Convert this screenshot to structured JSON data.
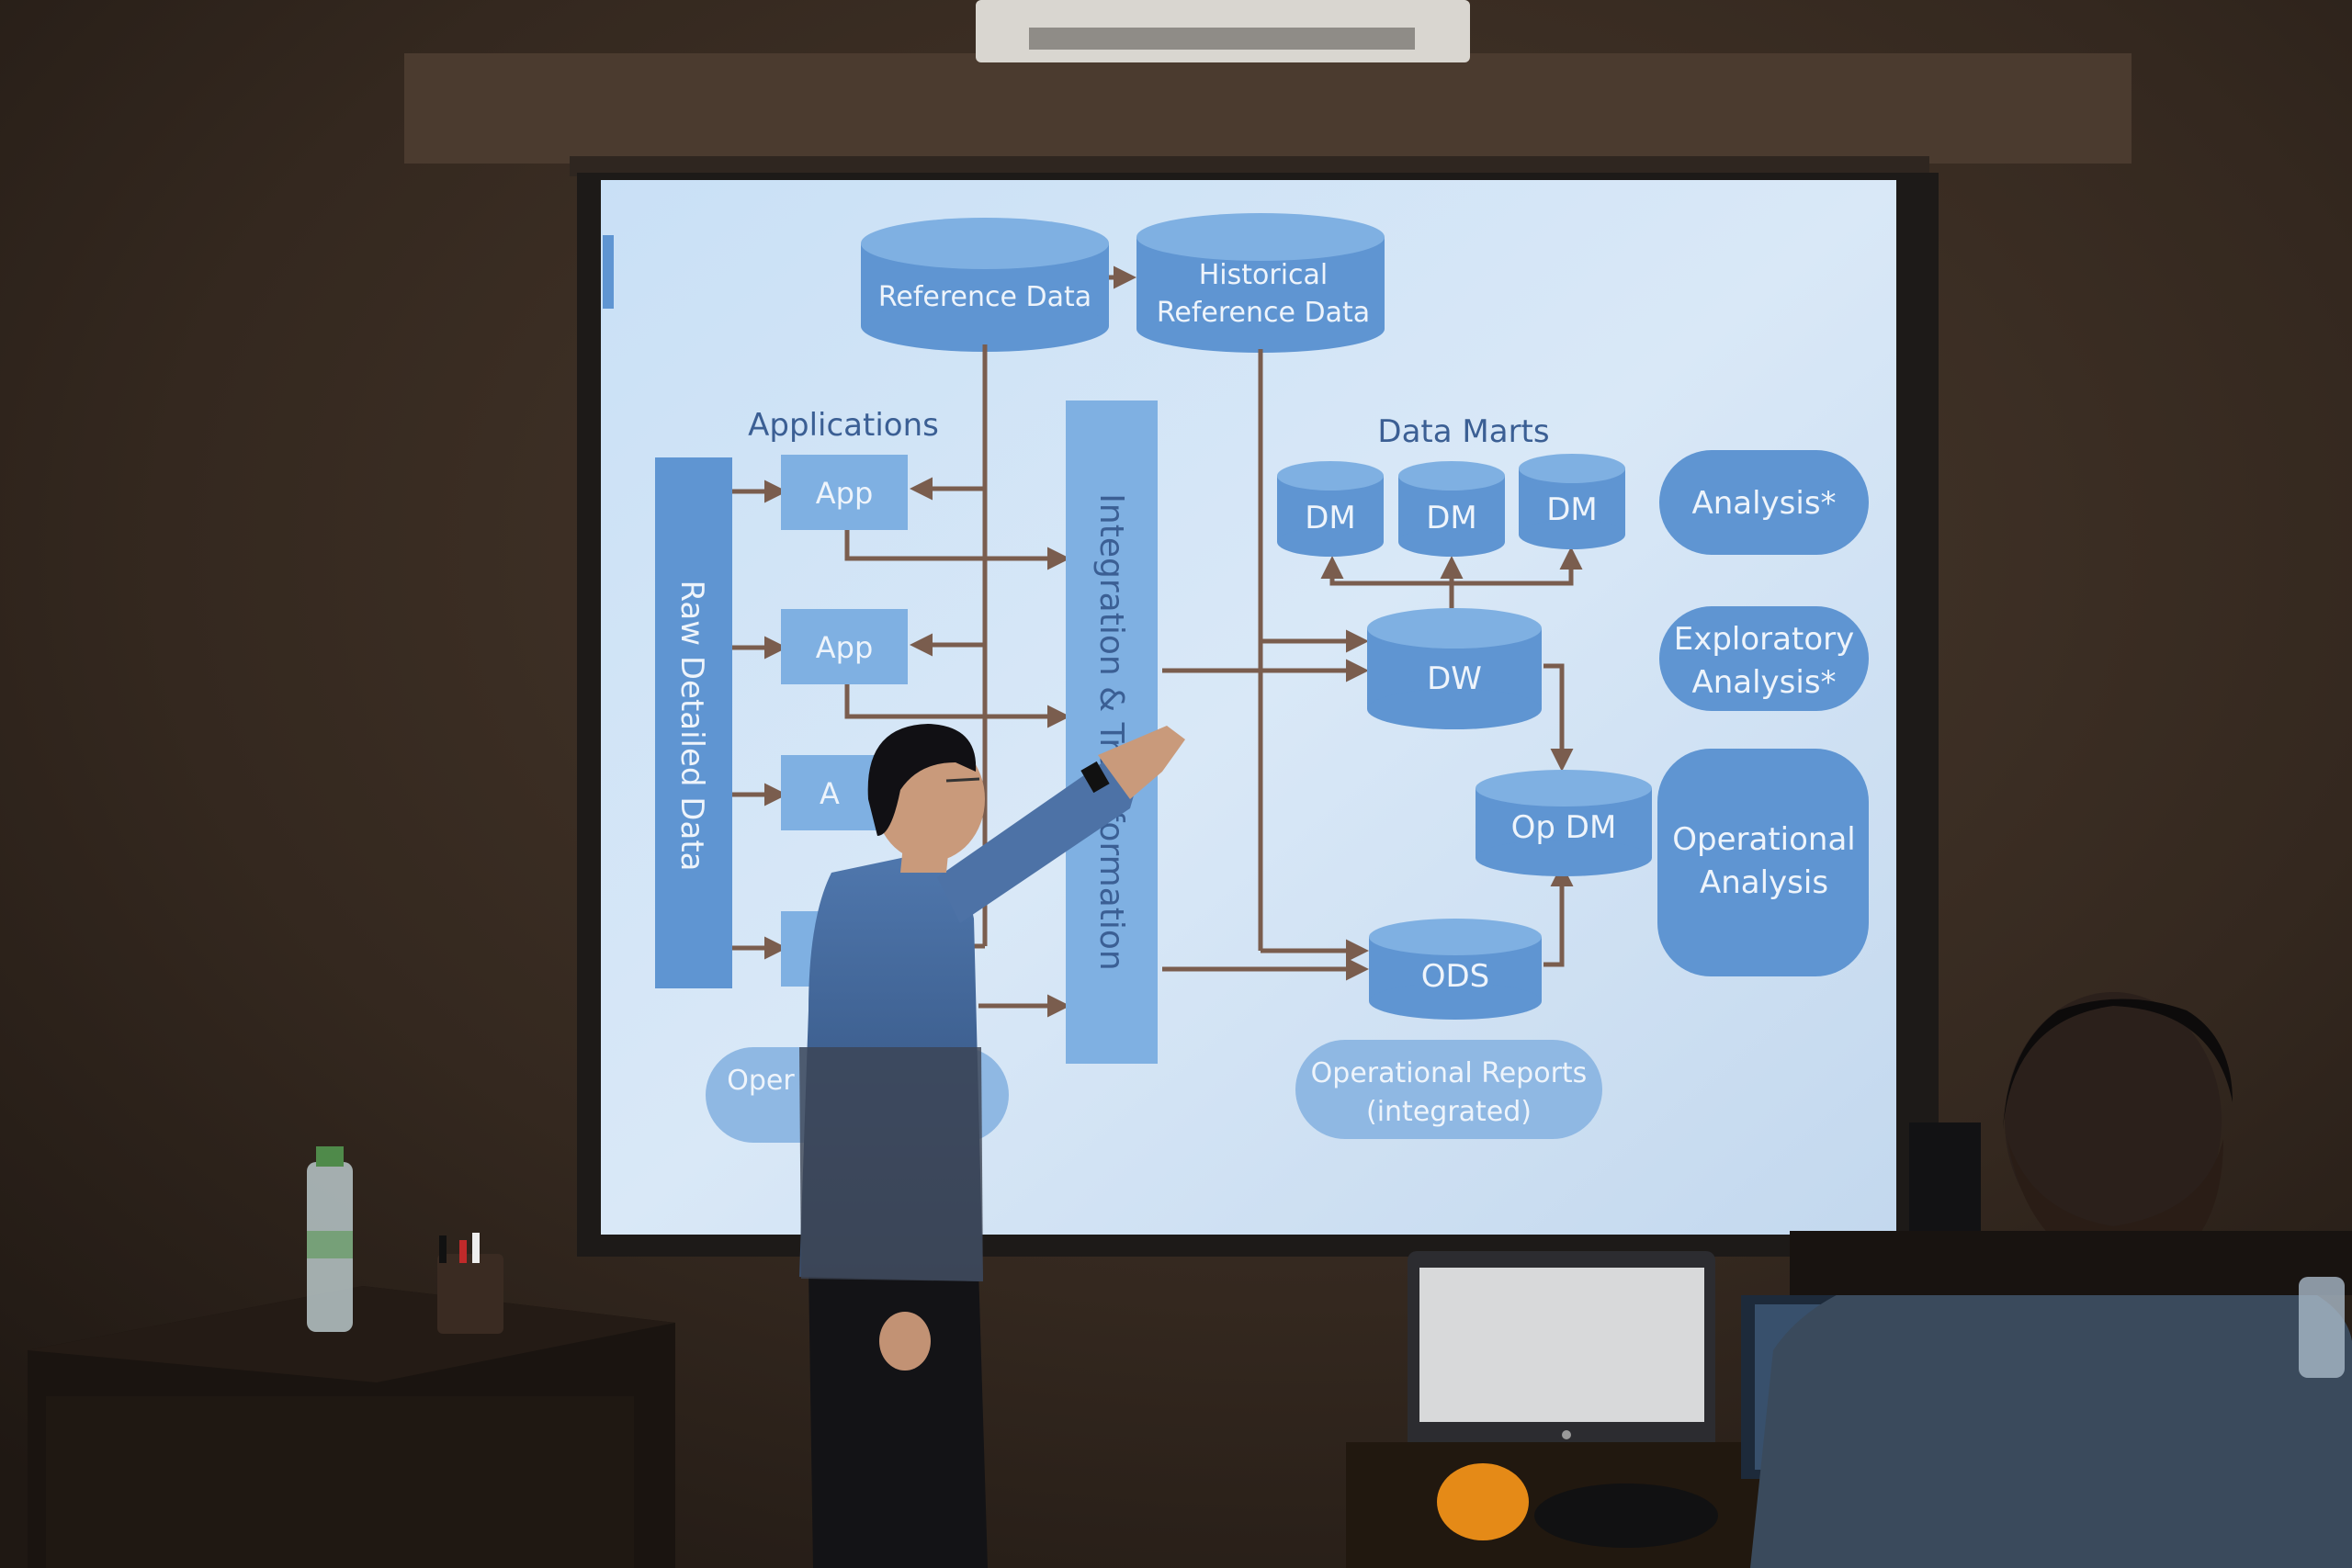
{
  "slide": {
    "reference_data": "Reference Data",
    "historical_line1": "Historical",
    "historical_line2": "Reference Data",
    "applications_heading": "Applications",
    "app_labels": [
      "App",
      "App",
      "A",
      ""
    ],
    "raw_detailed_data": "Raw Detailed Data",
    "integration": "Integration & Transformation",
    "data_marts_heading": "Data Marts",
    "dm_labels": [
      "DM",
      "DM",
      "DM"
    ],
    "dw": "DW",
    "op_dm": "Op DM",
    "ods": "ODS",
    "analysis": "Analysis*",
    "exploratory_line1": "Exploratory",
    "exploratory_line2": "Analysis*",
    "operational_analysis_line1": "Operational",
    "operational_analysis_line2": "Analysis",
    "operational_reports_line1": "Operational Reports",
    "operational_reports_line2": "(integrated)",
    "operational_reports_left": "Oper"
  },
  "colors": {
    "screen": "#cfe2f5",
    "shape_fill": "#5f95d2",
    "shape_top": "#7fb0e2",
    "arrow": "#8a6a58",
    "wall": "#3a2c22"
  }
}
